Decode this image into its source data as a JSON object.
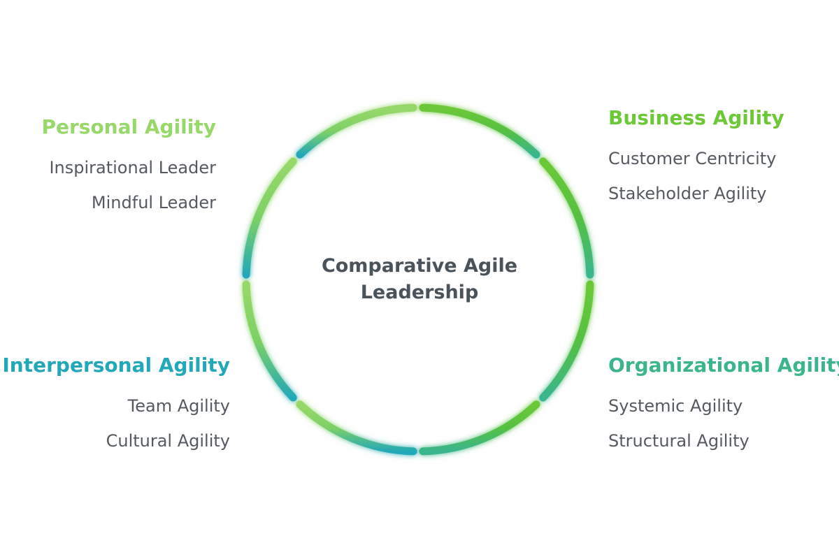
{
  "center": {
    "line1": "Comparative Agile",
    "line2": "Leadership"
  },
  "quadrants": {
    "personal": {
      "title": "Personal Agility",
      "items": [
        "Inspirational Leader",
        "Mindful Leader"
      ],
      "color": "#98d86a"
    },
    "business": {
      "title": "Business Agility",
      "items": [
        "Customer Centricity",
        "Stakeholder Agility"
      ],
      "color": "#6cc837"
    },
    "interpersonal": {
      "title": "Interpersonal Agility",
      "items": [
        "Team Agility",
        "Cultural Agility"
      ],
      "color": "#23a8b8"
    },
    "organizational": {
      "title": "Organizational Agility",
      "items": [
        "Systemic Agility",
        "Structural Agility"
      ],
      "color": "#3ab58e"
    }
  },
  "colors": {
    "text": "#555a60",
    "center_text": "#4a525a",
    "personal_ring": "#98d86a",
    "business_ring": "#6cc837",
    "organizational_ring": "#3ab58e",
    "interpersonal_ring": "#23a8b8"
  }
}
